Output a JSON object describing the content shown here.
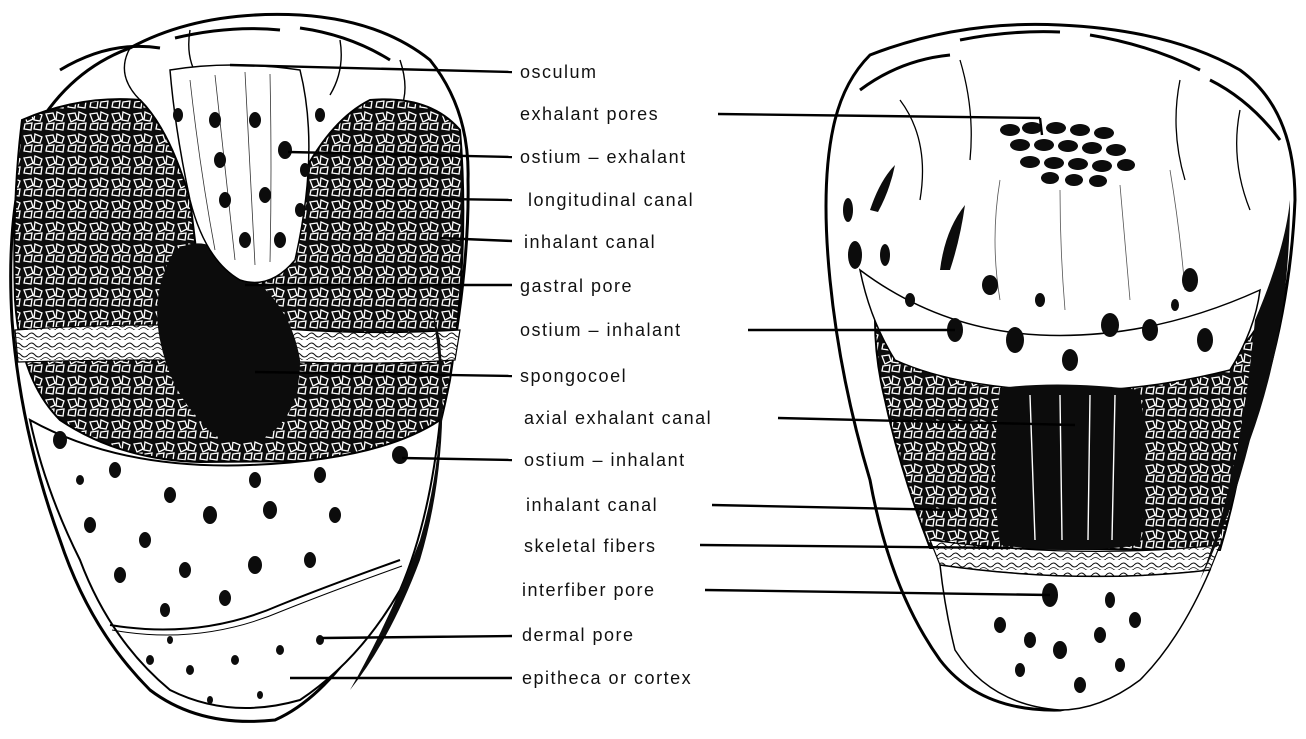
{
  "labels": [
    {
      "id": "osculum",
      "text": "osculum"
    },
    {
      "id": "exhalant-pores",
      "text": "exhalant pores"
    },
    {
      "id": "ostium-exhalant",
      "text": "ostium – exhalant"
    },
    {
      "id": "longitudinal-canal",
      "text": "longitudinal canal"
    },
    {
      "id": "inhalant-canal-1",
      "text": "inhalant canal"
    },
    {
      "id": "gastral-pore",
      "text": "gastral pore"
    },
    {
      "id": "ostium-inhalant-1",
      "text": "ostium – inhalant"
    },
    {
      "id": "spongocoel",
      "text": "spongocoel"
    },
    {
      "id": "axial-exhalant-canal",
      "text": "axial exhalant canal"
    },
    {
      "id": "ostium-inhalant-2",
      "text": "ostium – inhalant"
    },
    {
      "id": "inhalant-canal-2",
      "text": "inhalant canal"
    },
    {
      "id": "skeletal-fibers",
      "text": "skeletal fibers"
    },
    {
      "id": "interfiber-pore",
      "text": "interfiber pore"
    },
    {
      "id": "dermal-pore",
      "text": "dermal pore"
    },
    {
      "id": "epitheca-or-cortex",
      "text": "epitheca or cortex"
    }
  ]
}
